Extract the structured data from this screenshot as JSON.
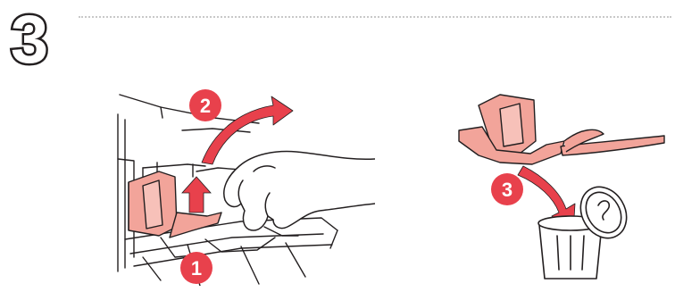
{
  "step": {
    "number": "3"
  },
  "badges": {
    "first": "1",
    "second": "2",
    "third": "3"
  },
  "colors": {
    "accent": "#e8414c",
    "part_fill": "#f2a49a",
    "line": "#231f20",
    "divider": "#c8c8c8"
  },
  "icons": {
    "step_number": "step-number-3-icon",
    "printer": "printer-illustration",
    "hand": "hand-icon",
    "lift_arrow": "up-arrow-icon",
    "rotate_arrow": "curved-arrow-icon",
    "discard_arrow": "curved-down-arrow-icon",
    "trash": "trash-bin-icon",
    "protective_part": "protective-material-icon"
  }
}
